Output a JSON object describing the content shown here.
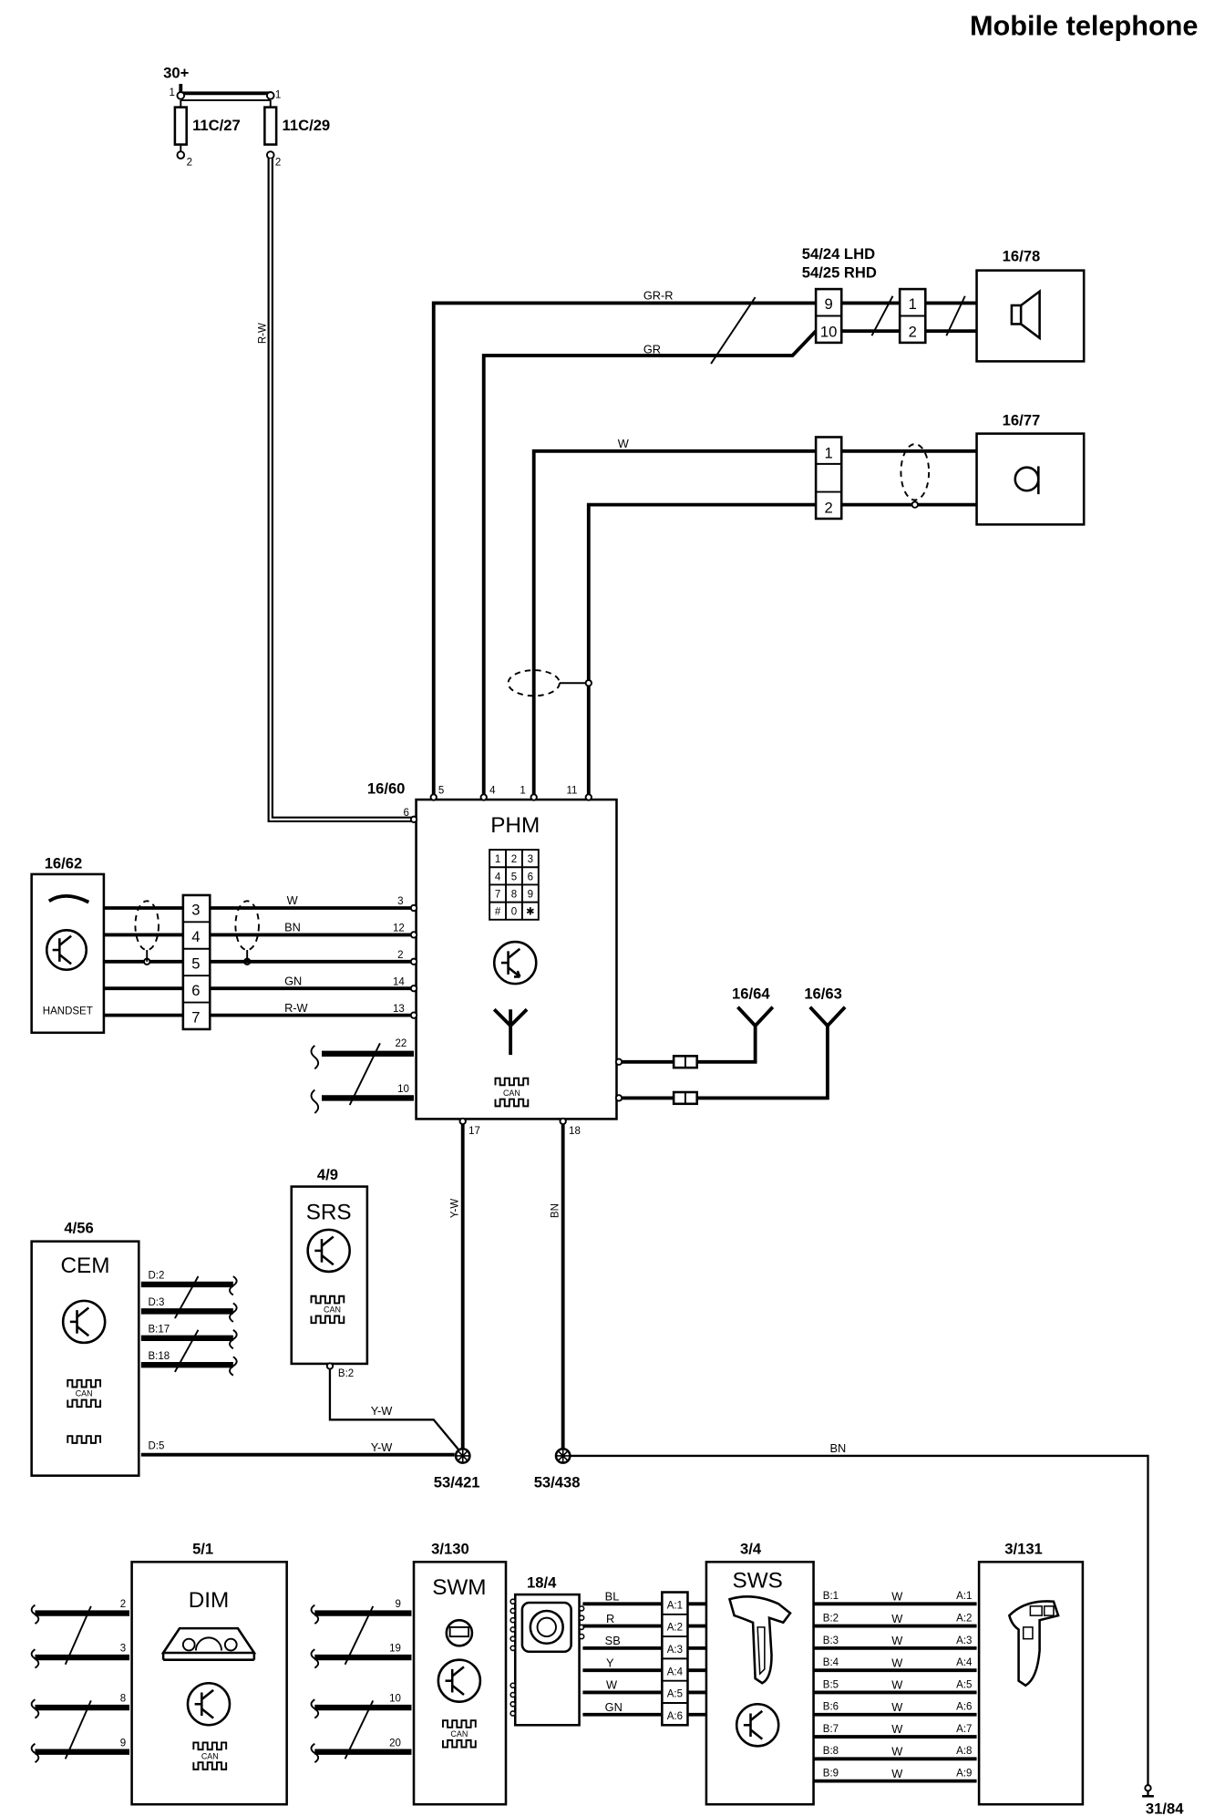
{
  "title": "Mobile telephone",
  "supply": {
    "label": "30+",
    "fuses": [
      "11C/27",
      "11C/29"
    ],
    "pins": [
      "1",
      "2",
      "1",
      "2"
    ]
  },
  "wires": {
    "r_w": "R-W",
    "gr_r": "GR-R",
    "gr": "GR",
    "w": "W",
    "bn": "BN",
    "gn": "GN",
    "y_w": "Y-W",
    "bl": "BL",
    "r": "R",
    "sb": "SB",
    "y": "Y"
  },
  "connector_54": {
    "line1": "54/24 LHD",
    "line2": "54/25 RHD",
    "pins": [
      "9",
      "10"
    ]
  },
  "speaker": {
    "code": "16/78",
    "pins": [
      "1",
      "2"
    ]
  },
  "microphone": {
    "code": "16/77",
    "pins": [
      "1",
      "2"
    ]
  },
  "phm": {
    "code": "16/60",
    "label": "PHM",
    "top_pins": [
      "5",
      "4",
      "1",
      "11"
    ],
    "left_pins": [
      "6",
      "3",
      "12",
      "2",
      "14",
      "13",
      "22",
      "10"
    ],
    "bottom_pins": [
      "17",
      "18"
    ],
    "can": "CAN",
    "keys": [
      "1",
      "2",
      "3",
      "4",
      "5",
      "6",
      "7",
      "8",
      "9",
      "#",
      "0",
      "✱"
    ]
  },
  "handset": {
    "code": "16/62",
    "label": "HANDSET",
    "pins": [
      "3",
      "4",
      "5",
      "6",
      "7"
    ]
  },
  "antennas": [
    "16/64",
    "16/63"
  ],
  "srs": {
    "code": "4/9",
    "label": "SRS",
    "pin": "B:2",
    "can": "CAN"
  },
  "cem": {
    "code": "4/56",
    "label": "CEM",
    "pins": [
      "D:2",
      "D:3",
      "B:17",
      "B:18",
      "D:5"
    ],
    "can": "CAN"
  },
  "grounds": [
    "53/421",
    "53/438",
    "31/84"
  ],
  "dim": {
    "code": "5/1",
    "label": "DIM",
    "pins": [
      "2",
      "3",
      "8",
      "9"
    ],
    "can": "CAN"
  },
  "swm": {
    "code": "3/130",
    "label": "SWM",
    "pins": [
      "9",
      "19",
      "10",
      "20"
    ],
    "can": "CAN"
  },
  "clockspring": {
    "code": "18/4"
  },
  "a_pins": [
    "A:1",
    "A:2",
    "A:3",
    "A:4",
    "A:5",
    "A:6"
  ],
  "sws": {
    "code": "3/4",
    "label": "SWS",
    "pins": [
      "B:1",
      "B:2",
      "B:3",
      "B:4",
      "B:5",
      "B:6",
      "B:7",
      "B:8",
      "B:9"
    ]
  },
  "sw_switch": {
    "code": "3/131",
    "pins": [
      "A:1",
      "A:2",
      "A:3",
      "A:4",
      "A:5",
      "A:6",
      "A:7",
      "A:8",
      "A:9"
    ]
  }
}
